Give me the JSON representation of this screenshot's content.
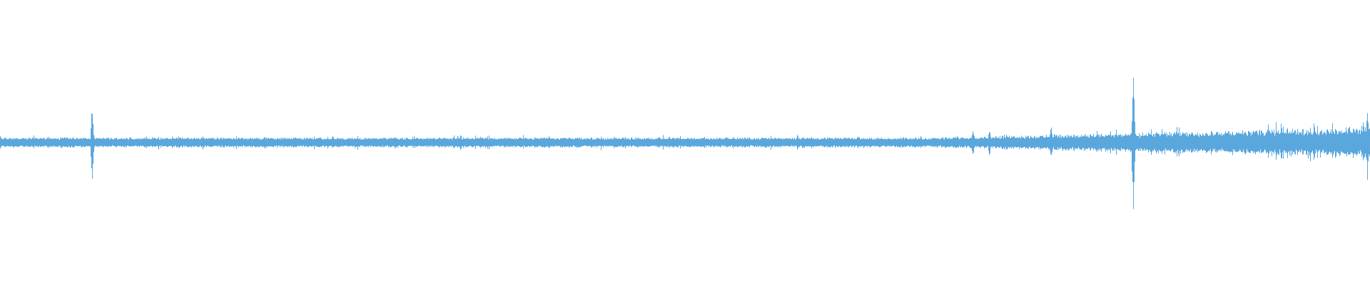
{
  "waveform": {
    "color": "#5aa7dd",
    "background": "#ffffff",
    "description_free": true,
    "amplitude_profile": {
      "baseline": 0.06,
      "growth_start": 0.68,
      "growth_end_level": 0.2,
      "spikes": [
        {
          "at": 0.067,
          "level": 0.56
        },
        {
          "at": 0.336,
          "level": 0.12
        },
        {
          "at": 0.582,
          "level": 0.12
        },
        {
          "at": 0.71,
          "level": 0.2
        },
        {
          "at": 0.722,
          "level": 0.18
        },
        {
          "at": 0.767,
          "level": 0.26
        },
        {
          "at": 0.827,
          "level": 1.0
        },
        {
          "at": 0.848,
          "level": 0.2
        },
        {
          "at": 0.935,
          "level": 0.3
        },
        {
          "at": 0.959,
          "level": 0.28
        },
        {
          "at": 0.998,
          "level": 0.52
        }
      ]
    }
  }
}
